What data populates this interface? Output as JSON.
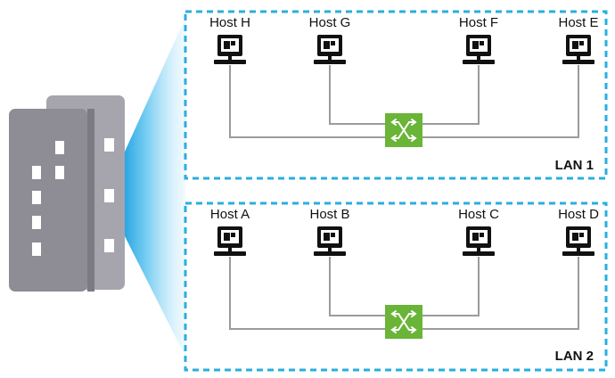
{
  "colors": {
    "frame_border": "#29aedf",
    "building": "#8e8d96",
    "building_back": "#a6a5ad",
    "window": "#ffffff",
    "beam": "#3ab6e9",
    "link": "#9b9b9b",
    "switch": "#6ab437",
    "computer": "#111111"
  },
  "lans": [
    {
      "label": "LAN 1",
      "hosts": [
        "Host H",
        "Host G",
        "Host F",
        "Host E"
      ]
    },
    {
      "label": "LAN 2",
      "hosts": [
        "Host A",
        "Host B",
        "Host C",
        "Host D"
      ]
    }
  ],
  "icons": {
    "building": "building-icon",
    "computer": "computer-icon",
    "switch": "switch-icon"
  }
}
